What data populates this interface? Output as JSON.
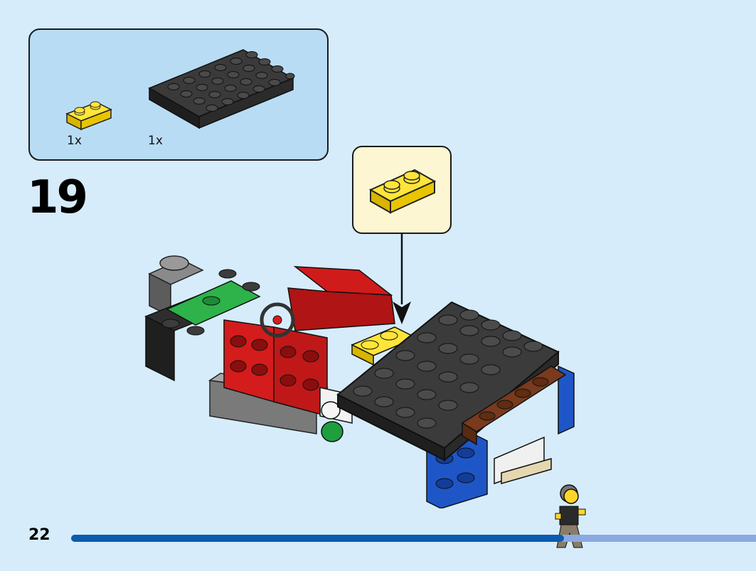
{
  "parts_list": {
    "items": [
      {
        "part": "yellow-plate-1x2",
        "color": "#f5d311",
        "quantity": "1x"
      },
      {
        "part": "black-plate-4x6",
        "color": "#2a2a2a",
        "quantity": "1x"
      }
    ]
  },
  "step": {
    "number": "19"
  },
  "callout": {
    "part": "yellow-plate-1x2",
    "color": "#f5d311"
  },
  "footer": {
    "page_number": "22",
    "progress": 0.72
  },
  "colors": {
    "background": "#d6ecfb",
    "parts_box": "#b9dcf5",
    "callout_box": "#fcf7d2",
    "progress_fill": "#0a5bb0",
    "progress_track": "#8aa9e0"
  }
}
